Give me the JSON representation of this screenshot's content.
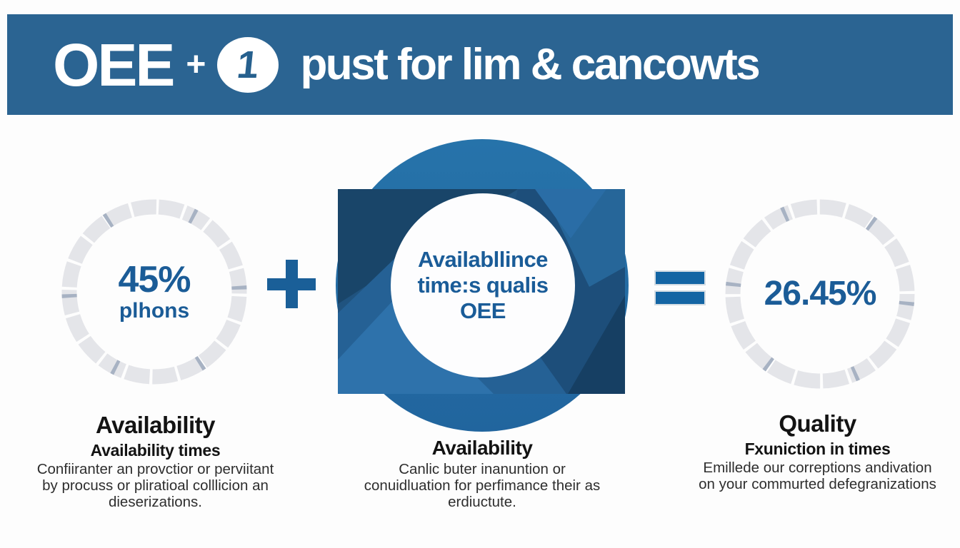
{
  "header": {
    "brand": "OEE",
    "plus": "+",
    "badge_digit": "1",
    "title": "pust for lim & cancowts"
  },
  "left": {
    "value": "45%",
    "value_caption": "plhons",
    "heading": "Availability",
    "subheading": "Availability times",
    "body": "Confiiranter an provctior or perviitant by procuss or pliratioal colllicion an dieserizations."
  },
  "center": {
    "circle_lines": [
      "Availabllince",
      "time:s qualis",
      "OEE"
    ],
    "heading": "Availability",
    "body": "Canlic buter inanuntion or conuidluation for perfimance their as erdiuctute."
  },
  "right": {
    "value": "26.45%",
    "heading": "Quality",
    "subheading": "Fxuniction in times",
    "body": "Emillede our correptions andivation on your commurted defegranizations"
  },
  "icons": {
    "plus_operator": "plus-operator-icon",
    "equals_operator": "equals-operator-icon",
    "left_ring": "segmented-ring-icon",
    "right_ring": "segmented-ring-icon",
    "center_graphic": "circle-square-emblem-icon",
    "badge": "one-badge-icon"
  },
  "colors": {
    "banner_blue": "#2b6492",
    "accent_text_blue": "#1b5c97",
    "operator_blue": "#1a5f98",
    "ring_track_gray": "#e4e5e9",
    "ring_tick_gray": "#a7b2c3",
    "graphic_circle_blue": "#2471a8",
    "graphic_square_blue": "#20537f",
    "heading_black": "#131313",
    "body_gray": "#2e2e2e"
  }
}
